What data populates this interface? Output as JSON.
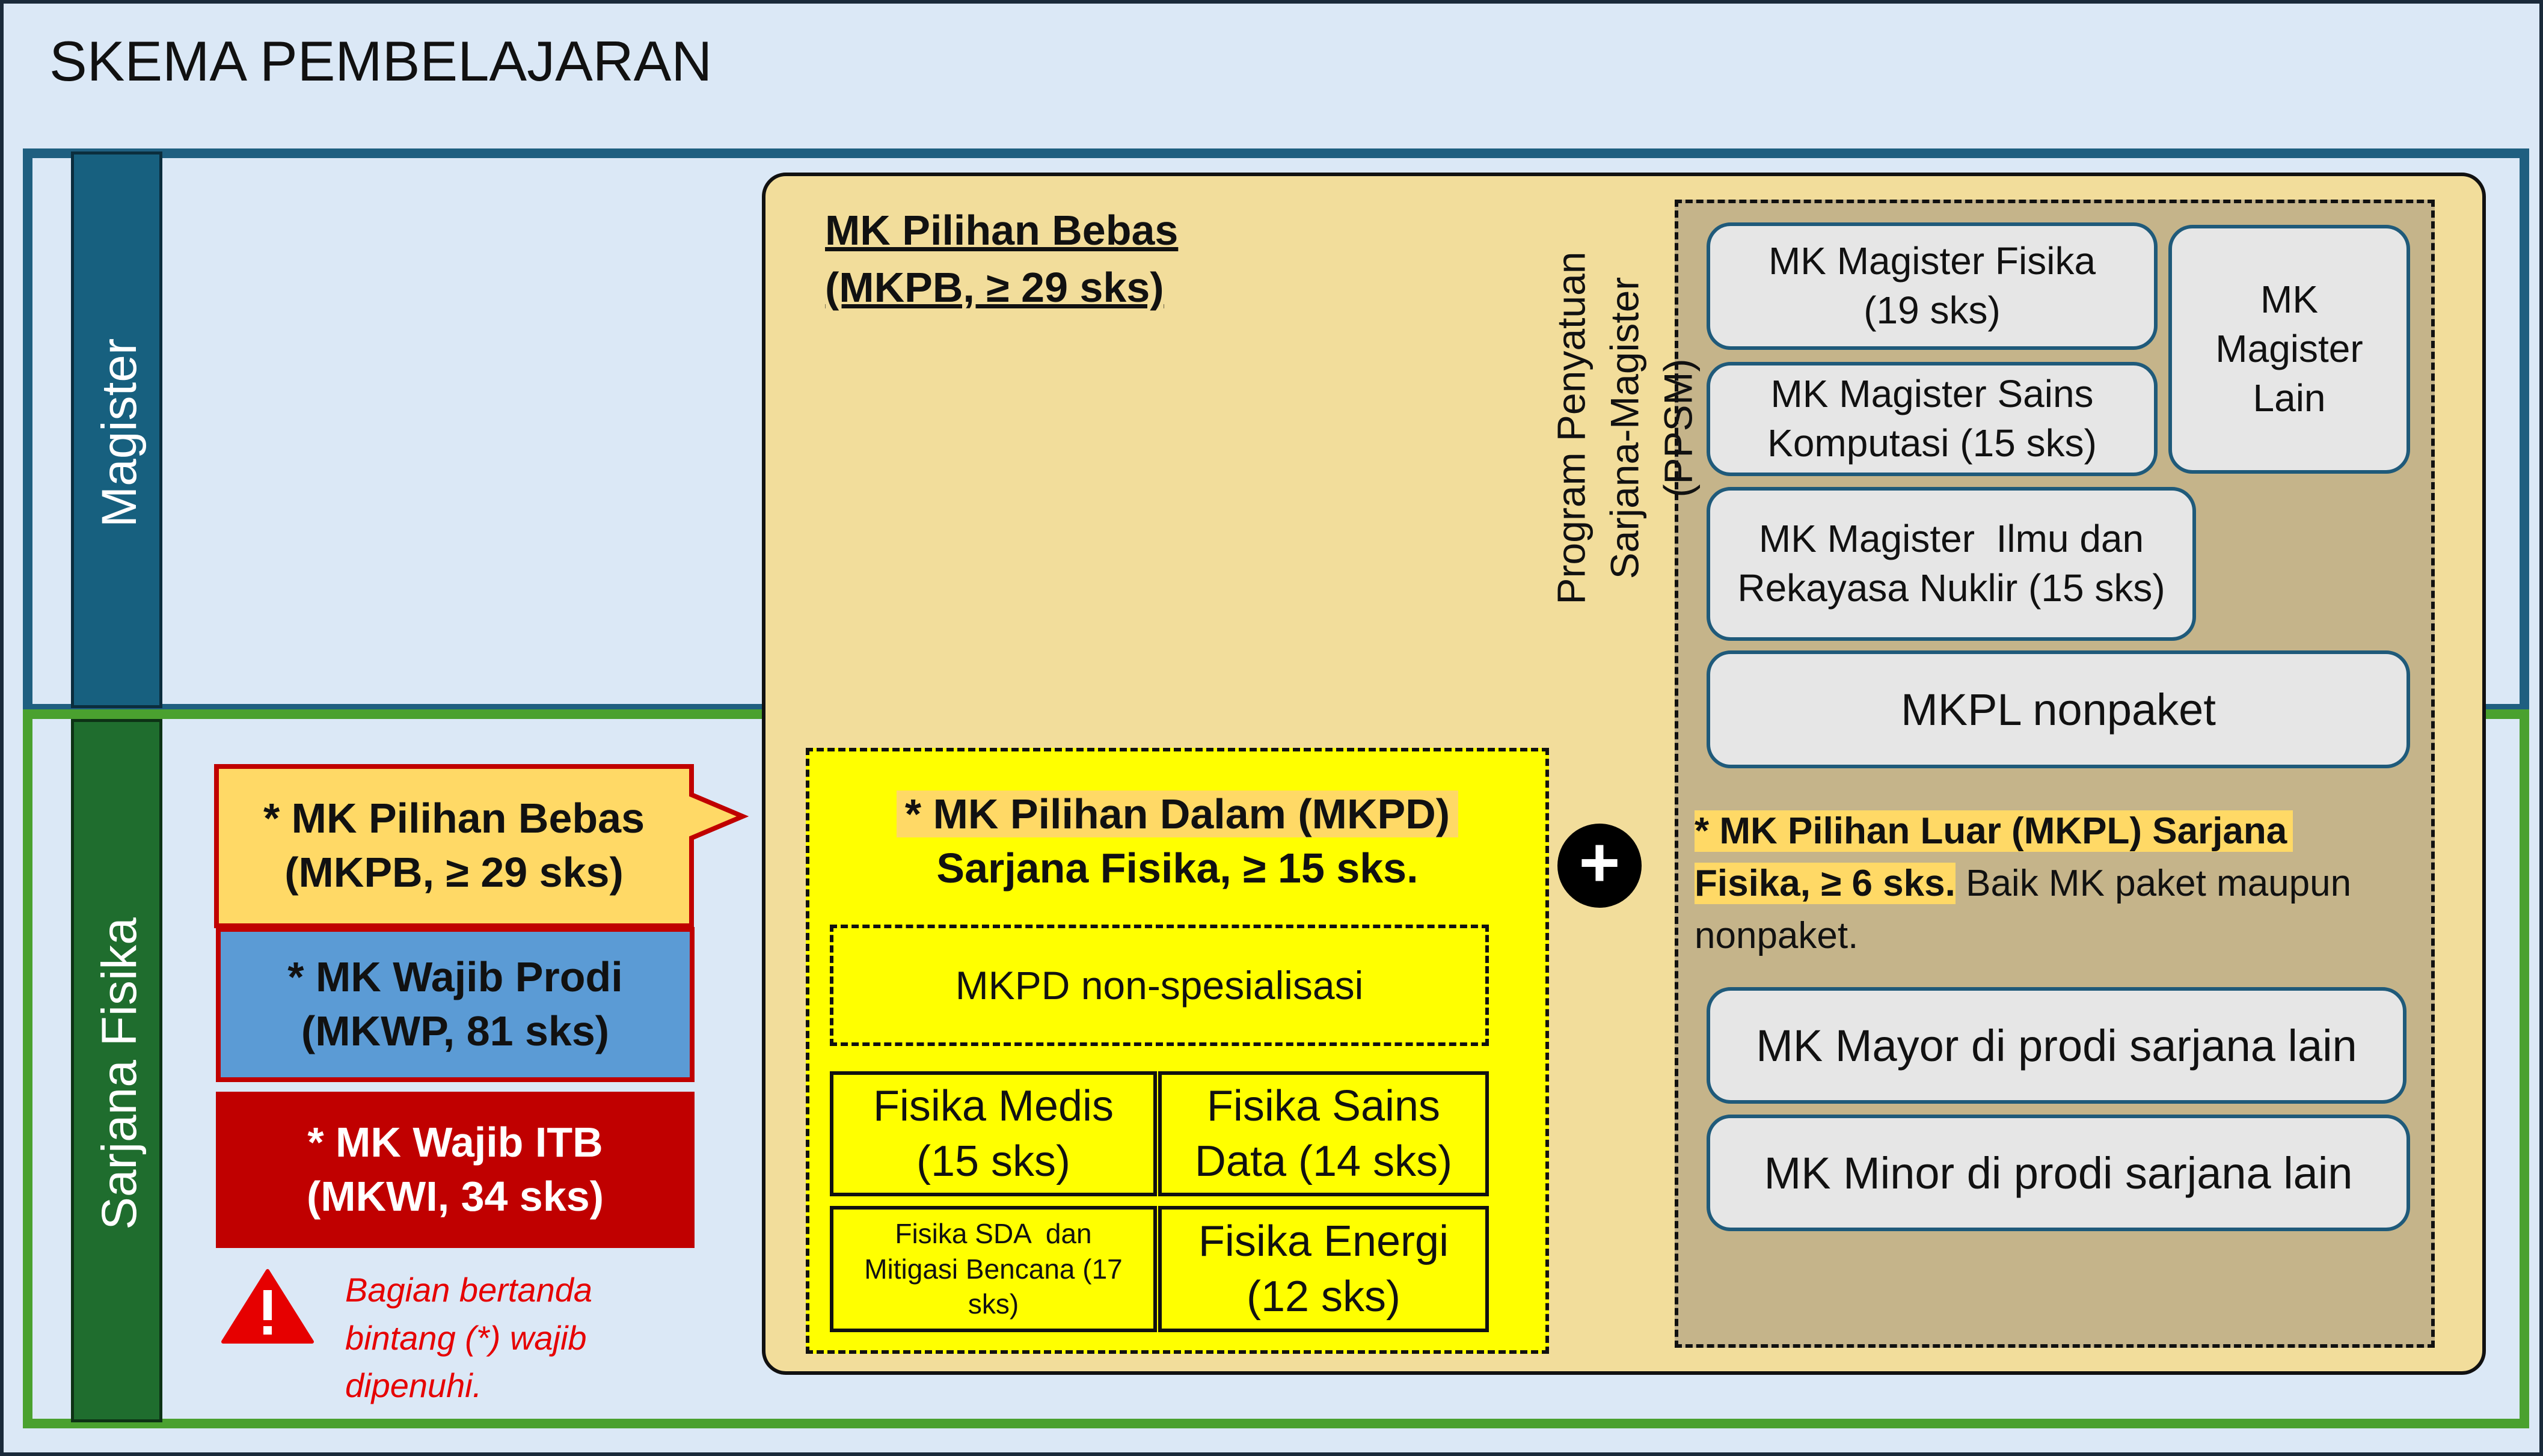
{
  "title": "SKEMA PEMBELAJARAN",
  "colors": {
    "page_bg": "#dbe8f6",
    "magister_border": "#1f5f80",
    "sarjana_border": "#4aa12f",
    "magister_label_bg": "#17607f",
    "sarjana_label_bg": "#1f6d2e",
    "tan_area": "#f2dd9b",
    "dark_tan_area": "#c5b48a",
    "mkpb_fill": "#ffd966",
    "mkwp_fill": "#5b9bd5",
    "mkwi_fill": "#c00000",
    "mkpd_fill": "#ffff00",
    "warning_red": "#e60000"
  },
  "sections": {
    "magister": "Magister",
    "sarjana": "Sarjana Fisika"
  },
  "magister_area": {
    "mkpb_line1": "MK Pilihan Bebas",
    "mkpb_line2": "(MKPB, ≥ 29 sks)",
    "ppsm_line1": "Program Penyatuan",
    "ppsm_line2": "Sarjana-Magister",
    "ppsm_line3": "(PPSM)",
    "box_fisika_l1": "MK Magister Fisika",
    "box_fisika_l2": "(19 sks)",
    "box_sains_l1": "MK Magister Sains",
    "box_sains_l2": "Komputasi (15 sks)",
    "box_nuklir_l1": "MK Magister  Ilmu dan",
    "box_nuklir_l2": "Rekayasa Nuklir (15 sks)",
    "box_lain_l1": "MK",
    "box_lain_l2": "Magister",
    "box_lain_l3": "Lain",
    "mkpl_nonpaket": "MKPL nonpaket"
  },
  "sarjana_area": {
    "mkpb_l1": "* MK Pilihan Bebas",
    "mkpb_l2": "(MKPB, ≥ 29 sks)",
    "mkwp_l1": "* MK Wajib Prodi",
    "mkwp_l2": "(MKWP, 81 sks)",
    "mkwi_l1": "* MK Wajib ITB",
    "mkwi_l2": "(MKWI, 34 sks)",
    "warning_l1": "Bagian bertanda",
    "warning_l2": "bintang (*) wajib",
    "warning_l3": "dipenuhi.",
    "mkpd_l1": "* MK Pilihan Dalam (MKPD)",
    "mkpd_l2": "Sarjana Fisika, ≥ 15 sks.",
    "nonspes": "MKPD non-spesialisasi",
    "medis_l1": "Fisika Medis",
    "medis_l2": "(15 sks)",
    "sainsdata_l1": "Fisika Sains",
    "sainsdata_l2": "Data (14 sks)",
    "sda_l1": "Fisika SDA  dan",
    "sda_l2": "Mitigasi Bencana (17",
    "sda_l3": "sks)",
    "energi_l1": "Fisika Energi",
    "energi_l2": "(12 sks)",
    "plus": "+",
    "mkpl_l1": "* MK Pilihan Luar (MKPL) Sarjana",
    "mkpl_l2a": "Fisika, ≥ 6 sks.",
    "mkpl_l2b": " Baik MK paket maupun",
    "mkpl_l3": "nonpaket.",
    "mayor": "MK Mayor di prodi sarjana lain",
    "minor": "MK Minor di prodi sarjana lain"
  }
}
